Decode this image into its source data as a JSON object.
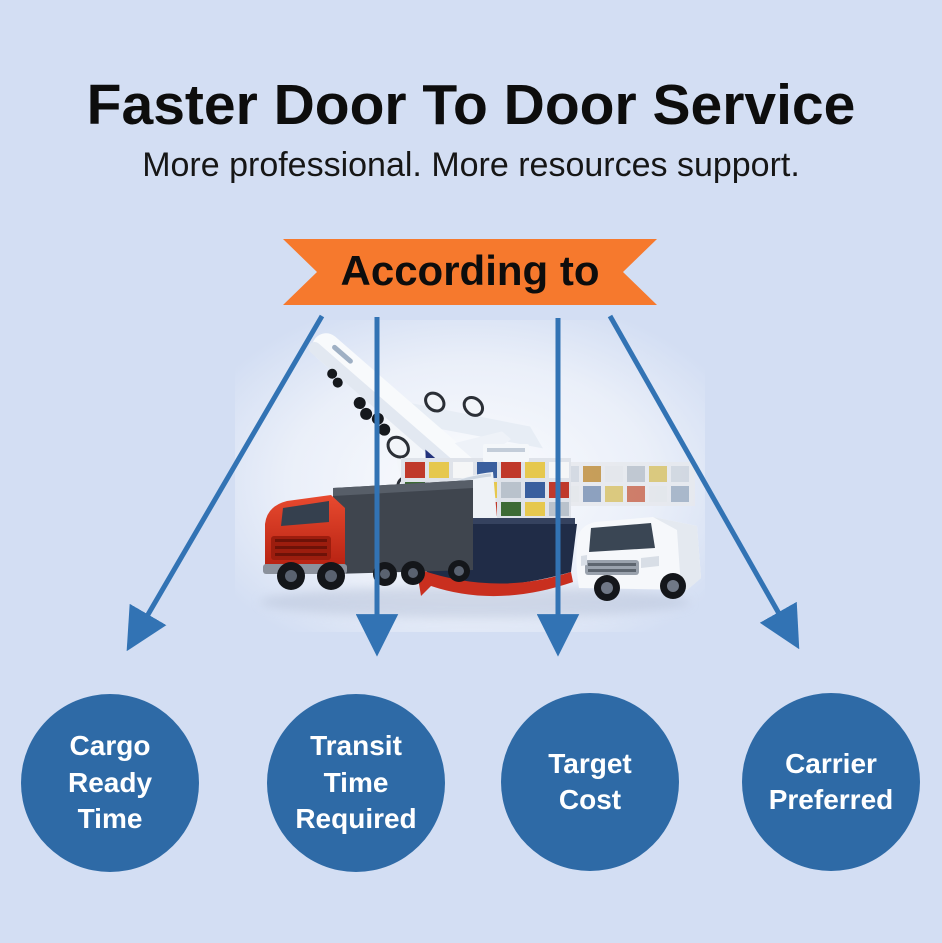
{
  "header": {
    "title": "Faster Door To Door Service",
    "subtitle": "More professional. More resources support."
  },
  "banner": {
    "label": "According to"
  },
  "illustration": {
    "description": "freight transport montage",
    "vehicles": [
      "airplane",
      "cargo-truck",
      "container-ship",
      "delivery-van"
    ]
  },
  "connectors": {
    "count": 4,
    "from": "banner",
    "to": [
      "Cargo Ready Time",
      "Transit Time Required",
      "Target Cost",
      "Carrier Preferred"
    ]
  },
  "nodes": [
    {
      "label": "Cargo Ready Time"
    },
    {
      "label": "Transit Time Required"
    },
    {
      "label": "Target Cost"
    },
    {
      "label": "Carrier Preferred"
    }
  ],
  "colors": {
    "background": "#d3def3",
    "banner_orange": "#f6792d",
    "node_blue": "#2e6aa6",
    "arrow_blue": "#3273b4",
    "title_black": "#0d0d0d",
    "node_text": "#ffffff",
    "truck_red": "#d8301f",
    "ship_navy": "#202c47",
    "keel_red": "#c92f1f"
  }
}
